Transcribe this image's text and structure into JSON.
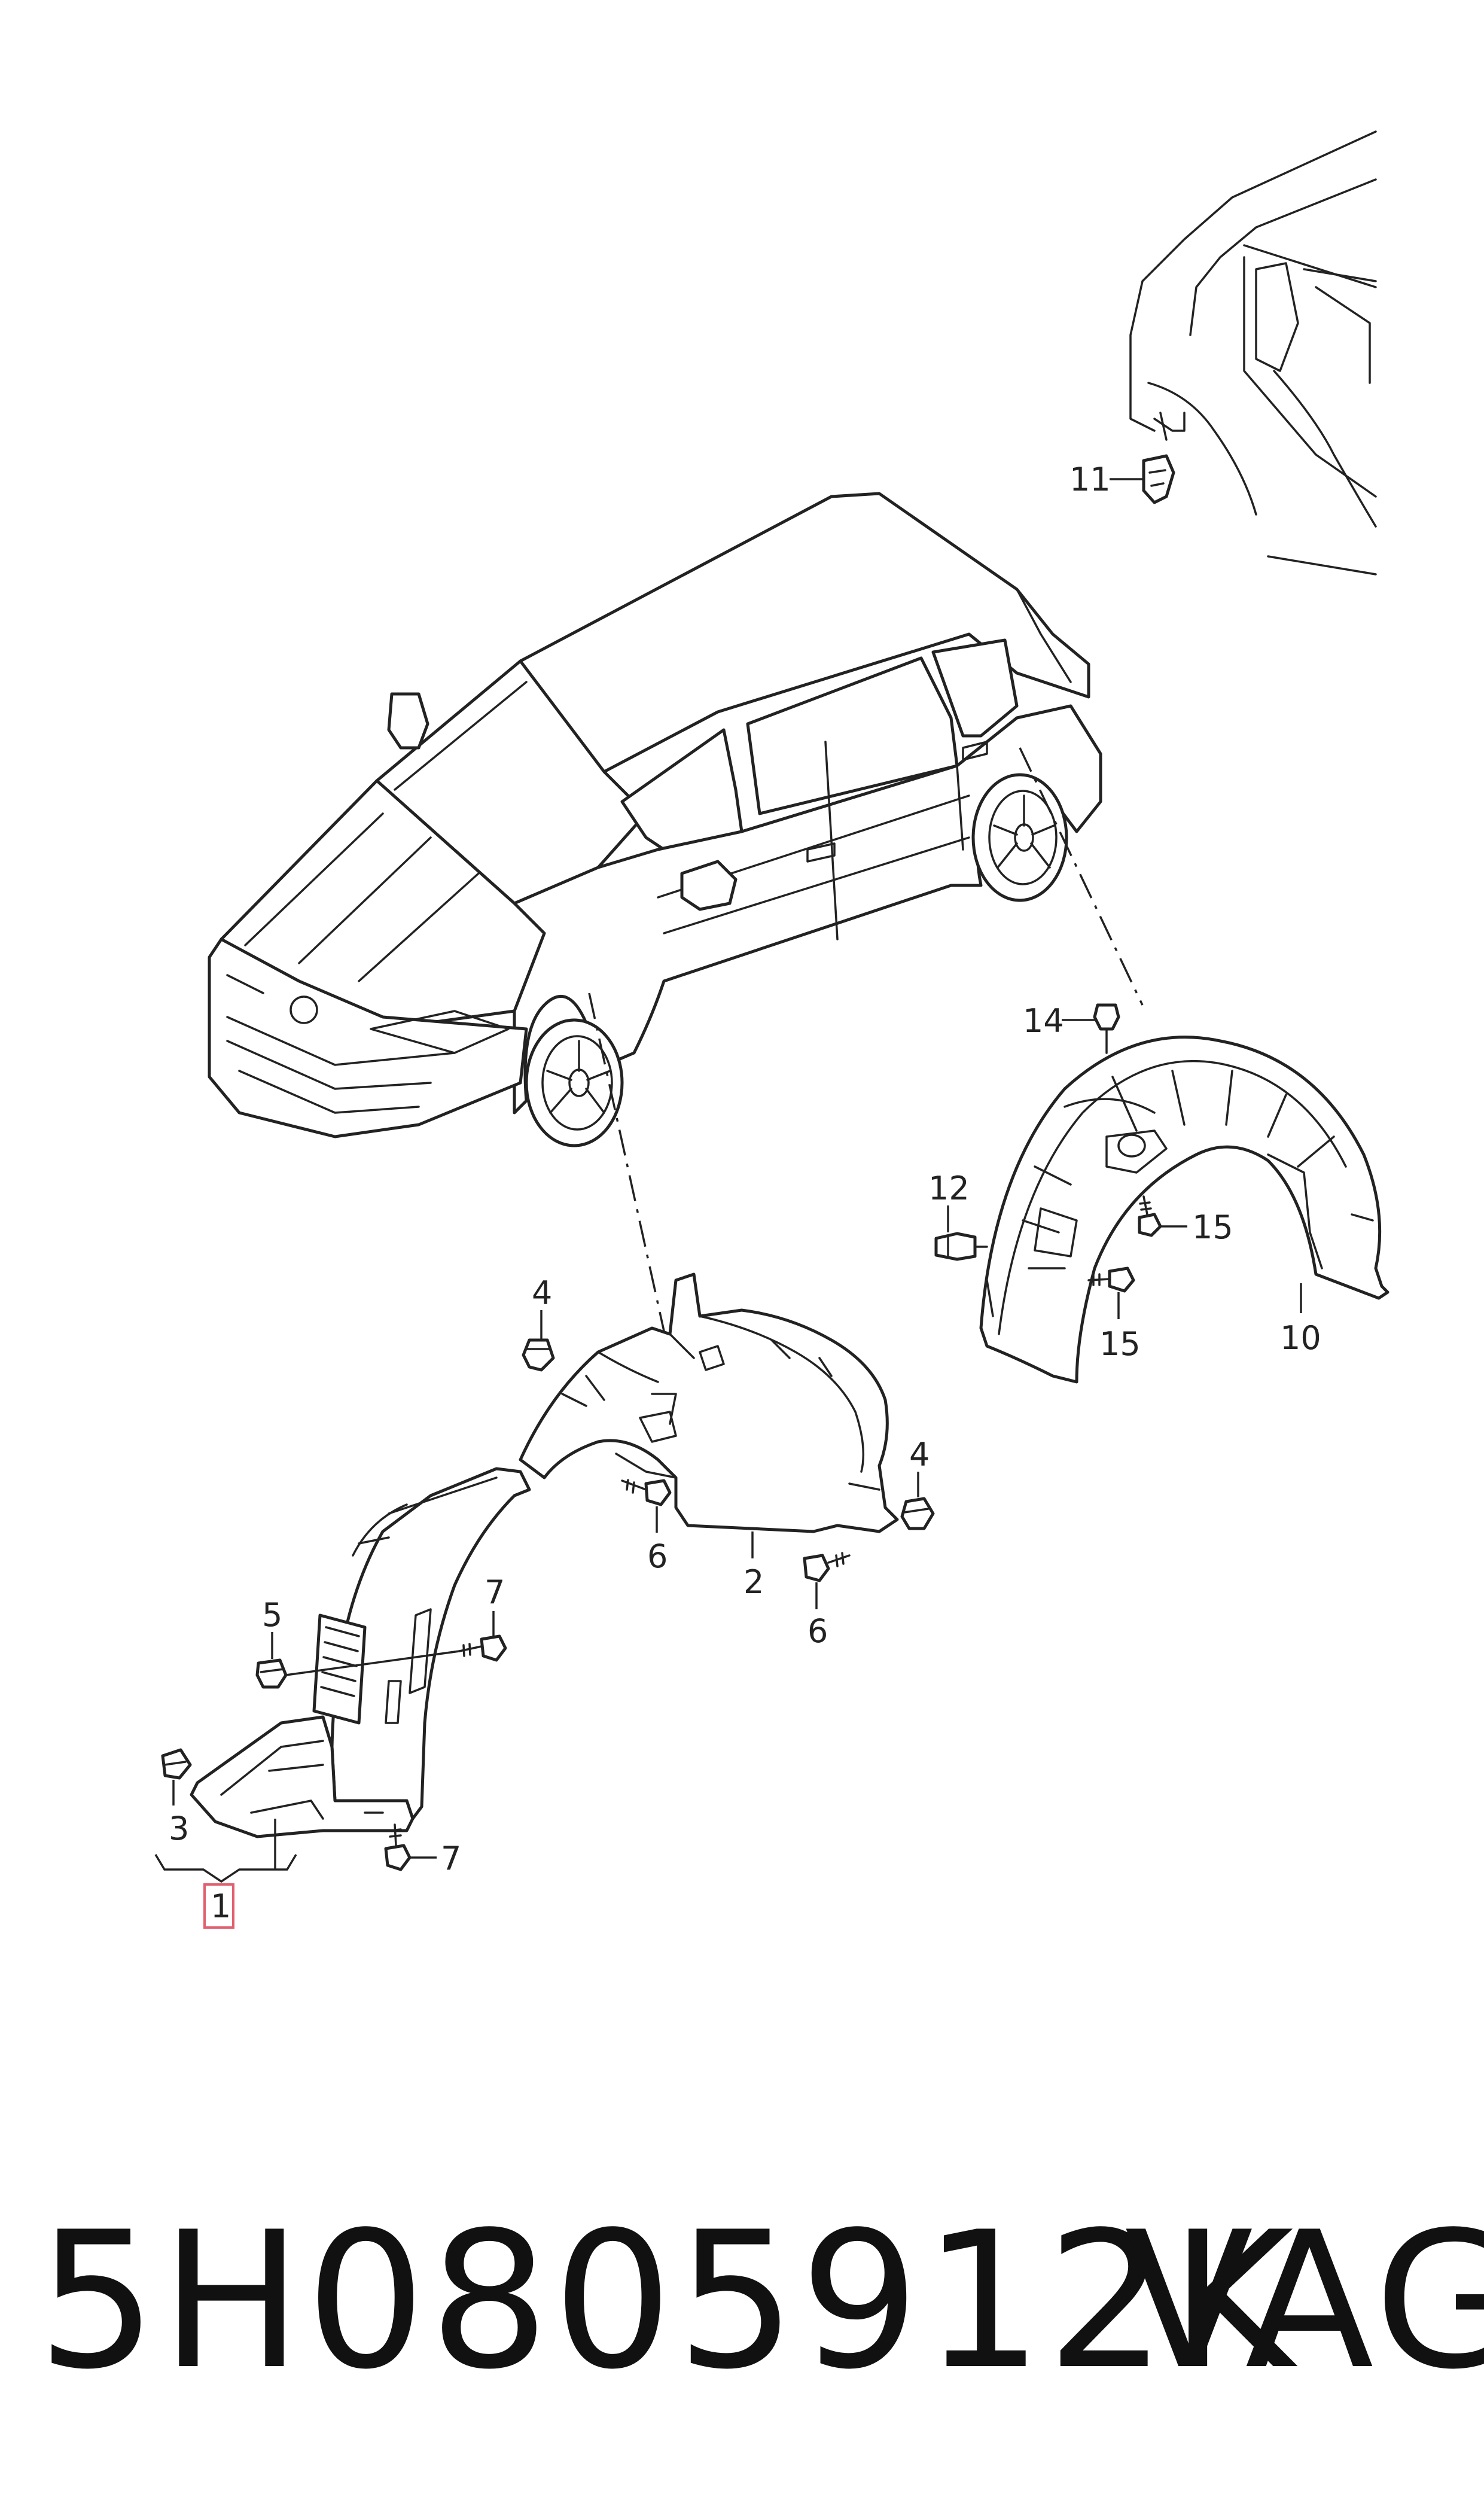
{
  "callouts": {
    "c1": "1",
    "c2": "2",
    "c3": "3",
    "c4a": "4",
    "c4b": "4",
    "c5": "5",
    "c6a": "6",
    "c6b": "6",
    "c7a": "7",
    "c7b": "7",
    "c10": "10",
    "c11": "11",
    "c12": "12",
    "c14": "14",
    "c15a": "15",
    "c15b": "15"
  },
  "footer": {
    "part_number": "5H0805912K",
    "brand": "VAG"
  },
  "colors": {
    "line": "#222222",
    "highlight": "#e06070",
    "background": "#ffffff"
  }
}
